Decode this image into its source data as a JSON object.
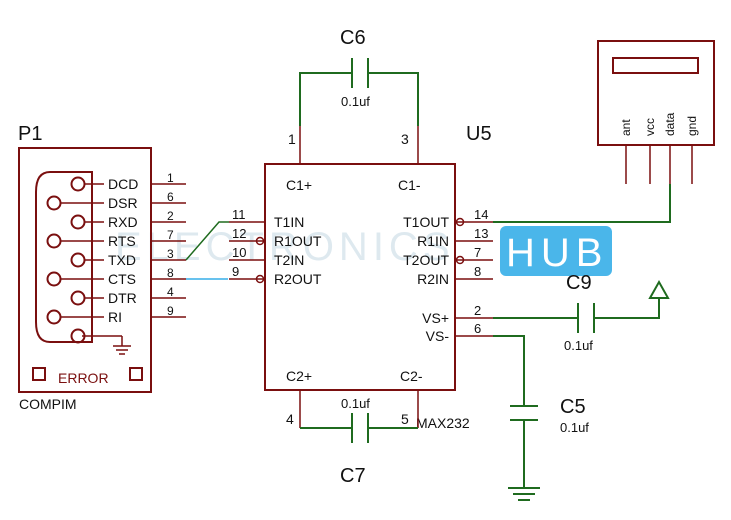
{
  "colors": {
    "component": "#7a0f0f",
    "wire": "#1f6b1f",
    "watermark": "#36aee8"
  },
  "p1": {
    "ref": "P1",
    "type": "COMPIM",
    "error": "ERROR",
    "signals": [
      "DCD",
      "DSR",
      "RXD",
      "RTS",
      "TXD",
      "CTS",
      "DTR",
      "RI"
    ],
    "pins": [
      "1",
      "6",
      "2",
      "7",
      "3",
      "8",
      "4",
      "9"
    ]
  },
  "u5": {
    "ref": "U5",
    "part": "MAX232",
    "top_labels": [
      "C1+",
      "C1-"
    ],
    "bottom_labels": [
      "C2+",
      "C2-"
    ],
    "left_pins": [
      {
        "num": "11",
        "label": "T1IN"
      },
      {
        "num": "12",
        "label": "R1OUT"
      },
      {
        "num": "10",
        "label": "T2IN"
      },
      {
        "num": "9",
        "label": "R2OUT"
      }
    ],
    "right_pins": [
      {
        "num": "14",
        "label": "T1OUT"
      },
      {
        "num": "13",
        "label": "R1IN"
      },
      {
        "num": "7",
        "label": "T2OUT"
      },
      {
        "num": "8",
        "label": "R2IN"
      },
      {
        "num": "2",
        "label": "VS+"
      },
      {
        "num": "6",
        "label": "VS-"
      }
    ],
    "top_pin_nums": [
      "1",
      "3"
    ],
    "bottom_pin_nums": [
      "4",
      "5"
    ]
  },
  "capacitors": [
    {
      "ref": "C6",
      "value": "0.1uf"
    },
    {
      "ref": "C7",
      "value": "0.1uf"
    },
    {
      "ref": "C9",
      "value": "0.1uf"
    },
    {
      "ref": "C5",
      "value": "0.1uf"
    }
  ],
  "module": {
    "pins": [
      "ant",
      "vcc",
      "data",
      "gnd"
    ]
  },
  "watermark": {
    "left": "ELECTRONICS",
    "right": "HUB"
  }
}
